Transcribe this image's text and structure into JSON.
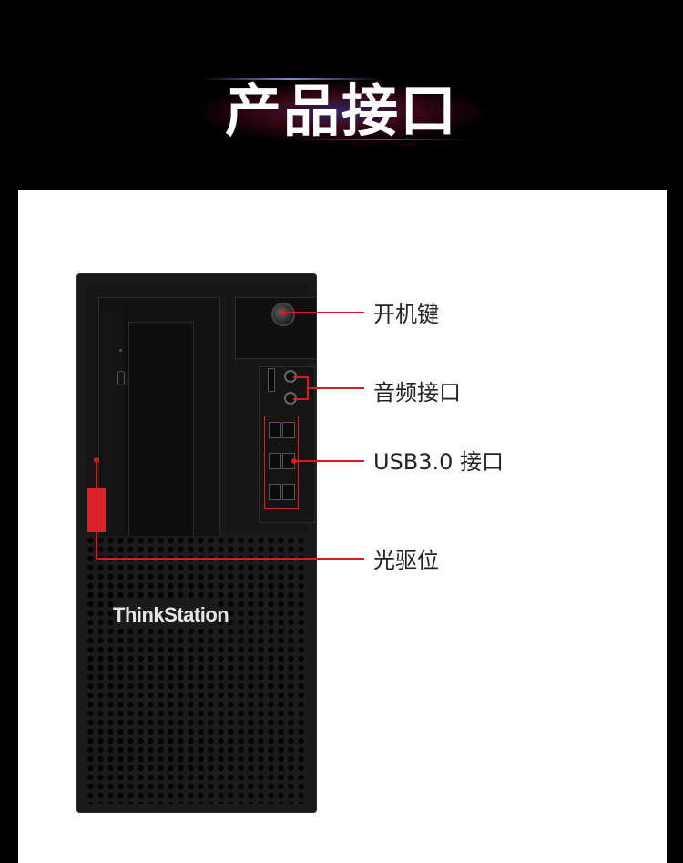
{
  "header": {
    "title": "产品接口"
  },
  "product": {
    "brand_label": "ThinkStation"
  },
  "callouts": [
    {
      "label": "开机键"
    },
    {
      "label": "音频接口"
    },
    {
      "label": "USB3.0 接口"
    },
    {
      "label": "光驱位"
    }
  ],
  "colors": {
    "accent": "#d91c1c",
    "background": "#000000",
    "panel": "#ffffff"
  }
}
